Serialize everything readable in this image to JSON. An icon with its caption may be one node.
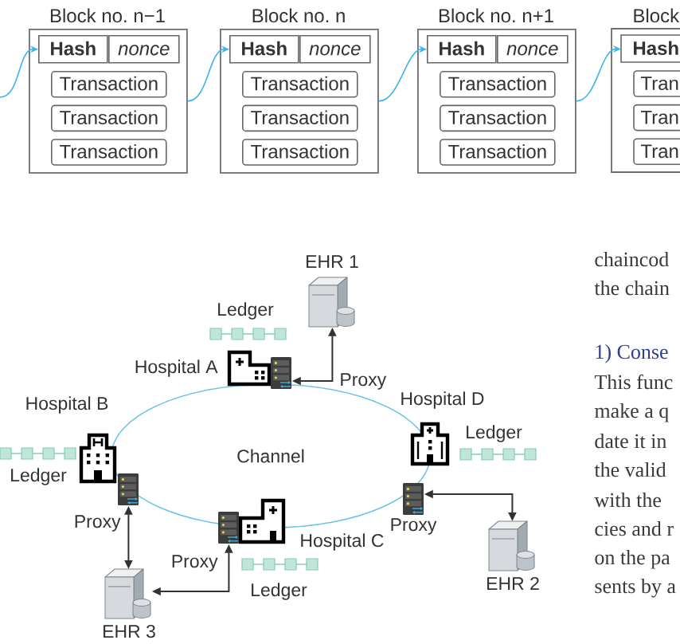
{
  "diagram": {
    "nodes": [
      {
        "text": [
          "Block no. n−1"
        ]
      },
      {
        "text": [
          "Hash"
        ],
        "in": 0
      },
      {
        "text": [
          "nonce"
        ],
        "in": 0
      },
      {
        "text": [
          "Transaction"
        ],
        "in": 0
      },
      {
        "text": [
          "Transaction"
        ],
        "in": 0
      },
      {
        "text": [
          "Transaction"
        ],
        "in": 0
      },
      {
        "text": [
          "Block no. n"
        ]
      },
      {
        "text": [
          "Hash"
        ],
        "in": 6
      },
      {
        "text": [
          "nonce"
        ],
        "in": 6
      },
      {
        "text": [
          "Transaction"
        ],
        "in": 6
      },
      {
        "text": [
          "Transaction"
        ],
        "in": 6
      },
      {
        "text": [
          "Transaction"
        ],
        "in": 6
      },
      {
        "text": [
          "Block no. n+1"
        ]
      },
      {
        "text": [
          "Hash"
        ],
        "in": 12
      },
      {
        "text": [
          "nonce"
        ],
        "in": 12
      },
      {
        "text": [
          "Transaction"
        ],
        "in": 12
      },
      {
        "text": [
          "Transaction"
        ],
        "in": 12
      },
      {
        "text": [
          "Transaction"
        ],
        "in": 12
      },
      {
        "text": [
          "Block"
        ]
      },
      {
        "text": [
          "Hash"
        ],
        "in": 18
      },
      {
        "text": [
          "Tran"
        ],
        "in": 18
      },
      {
        "text": [
          "Tran"
        ],
        "in": 18
      },
      {
        "text": [
          "Tran"
        ],
        "in": 18
      },
      {
        "text": [
          "Channel"
        ]
      },
      {
        "text": [],
        "shape": "picture"
      },
      {
        "text": [],
        "shape": "picture",
        "beside": [
          "EHR 1"
        ]
      },
      {
        "text": [],
        "shape": "picture",
        "beside": [
          "Proxy"
        ]
      },
      {
        "text": [],
        "shape": "picture",
        "beside": [
          "EHR 3"
        ]
      },
      {
        "text": [],
        "shape": "picture",
        "beside": [
          "Proxy"
        ]
      },
      {
        "text": [],
        "shape": "picture",
        "beside": [
          "Proxy"
        ]
      },
      {
        "text": [],
        "shape": "picture",
        "beside": [
          "EHR 2"
        ]
      }
    ],
    "edges": [
      {
        "from": null,
        "to": 1,
        "arrow": "to",
        "color": "#3db5e6"
      },
      {
        "from": 0,
        "to": 7,
        "arrow": "to",
        "color": "#3db5e6"
      },
      {
        "from": 6,
        "to": 13,
        "arrow": "to",
        "color": "#3db5e6"
      },
      {
        "from": 12,
        "to": 19,
        "arrow": "to",
        "color": "#3db5e6"
      },
      {
        "from": 24,
        "to": 25,
        "arrow": "both",
        "color": "#333333"
      },
      {
        "from": 26,
        "to": 27,
        "arrow": "both",
        "color": "#333333"
      },
      {
        "from": 27,
        "to": 28,
        "arrow": "both",
        "color": "#333333"
      },
      {
        "from": 29,
        "to": 30,
        "arrow": "both",
        "color": "#333333"
      }
    ],
    "labels": [
      "Ledger",
      "Hospital A",
      "Proxy",
      "Hospital B",
      "Ledger",
      "Hospital D",
      "Ledger",
      "Hospital C",
      "Ledger",
      "chaincod",
      "the chain",
      "1) Conse",
      "This func",
      "make a q",
      "date it in",
      "the valid",
      "with the",
      "cies and r",
      "on the pa",
      "sents by a"
    ]
  }
}
